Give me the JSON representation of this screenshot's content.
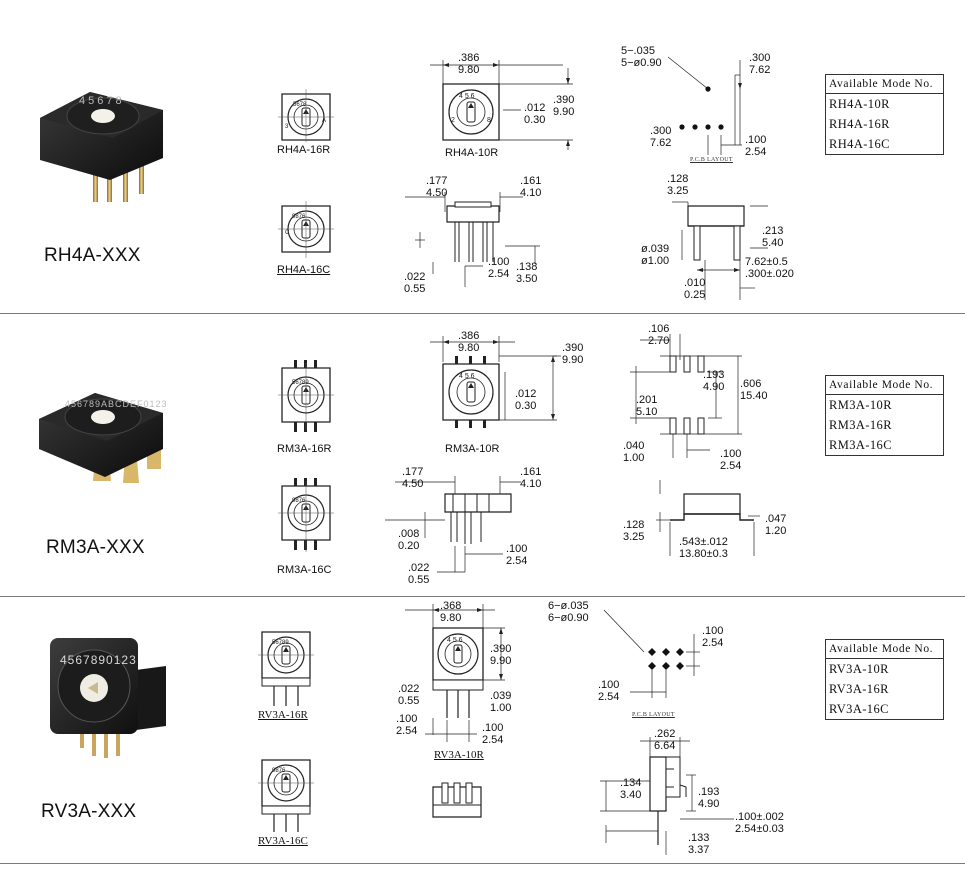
{
  "sections": [
    {
      "model": "RH4A-XXX",
      "photo_dial_digits": "45678",
      "labels": {
        "top_left": "RH4A-16R",
        "top_mid": "RH4A-10R",
        "bottom_left": "RH4A-16C"
      },
      "modebox": {
        "header": "Available Mode No.",
        "items": [
          "RH4A-10R",
          "RH4A-16R",
          "RH4A-16C"
        ]
      },
      "dims": {
        "w": [
          ".386",
          "9.80"
        ],
        "h": [
          ".390",
          "9.90"
        ],
        "t": [
          ".012",
          "0.30"
        ],
        "pin_dia": [
          "5−.035",
          "5−ø0.90"
        ],
        "row_pitch": [
          ".300",
          "7.62"
        ],
        "pitch_left": [
          ".300",
          "7.62"
        ],
        "pitch": [
          ".100",
          "2.54"
        ],
        "pcb": "P.C.B LAYOUT",
        "side_a": [
          ".177",
          "4.50"
        ],
        "side_b": [
          ".161",
          "4.10"
        ],
        "pin_w": [
          ".022",
          "0.55"
        ],
        "pin_p": [
          ".100",
          "2.54"
        ],
        "pin_l": [
          ".138",
          "3.50"
        ],
        "r_top": [
          ".128",
          "3.25"
        ],
        "r_h": [
          ".213",
          "5.40"
        ],
        "r_dia": [
          "ø.039",
          "ø1.00"
        ],
        "r_span": [
          "7.62±0.5",
          ".300±.020"
        ],
        "r_t": [
          ".010",
          "0.25"
        ]
      }
    },
    {
      "model": "RM3A-XXX",
      "photo_dial_digits": "456789ABCDEF0123",
      "labels": {
        "top_left": "RM3A-16R",
        "top_mid": "RM3A-10R",
        "bottom_left": "RM3A-16C"
      },
      "modebox": {
        "header": "Available Mode No.",
        "items": [
          "RM3A-10R",
          "RM3A-16R",
          "RM3A-16C"
        ]
      },
      "dims": {
        "w": [
          ".386",
          "9.80"
        ],
        "h": [
          ".390",
          "9.90"
        ],
        "t": [
          ".012",
          "0.30"
        ],
        "pad_w": [
          ".106",
          "2.70"
        ],
        "pad_a": [
          ".193",
          "4.90"
        ],
        "pad_b": [
          ".201",
          "5.10"
        ],
        "pad_span": [
          ".606",
          "15.40"
        ],
        "pad_c": [
          ".040",
          "1.00"
        ],
        "pad_p": [
          ".100",
          "2.54"
        ],
        "side_a": [
          ".177",
          "4.50"
        ],
        "side_b": [
          ".161",
          "4.10"
        ],
        "lead_t": [
          ".008",
          "0.20"
        ],
        "pin_p": [
          ".100",
          "2.54"
        ],
        "pin_w": [
          ".022",
          "0.55"
        ],
        "r_h": [
          ".128",
          "3.25"
        ],
        "r_t": [
          ".047",
          "1.20"
        ],
        "r_span": [
          ".543±.012",
          "13.80±0.3"
        ]
      }
    },
    {
      "model": "RV3A-XXX",
      "photo_dial_digits": "4567890123",
      "labels": {
        "top_left": "RV3A-16R",
        "top_mid": "RV3A-10R",
        "bottom_left": "RV3A-16C"
      },
      "modebox": {
        "header": "Available Mode No.",
        "items": [
          "RV3A-10R",
          "RV3A-16R",
          "RV3A-16C"
        ]
      },
      "dims": {
        "w": [
          ".368",
          "9.80"
        ],
        "h": [
          ".390",
          "9.90"
        ],
        "pin_w": [
          ".022",
          "0.55"
        ],
        "pin_t": [
          ".039",
          "1.00"
        ],
        "pin_p1": [
          ".100",
          "2.54"
        ],
        "pin_p2": [
          ".100",
          "2.54"
        ],
        "pin_dia": [
          "6−ø.035",
          "6−ø0.90"
        ],
        "pitch_r": [
          ".100",
          "2.54"
        ],
        "pitch_l": [
          ".100",
          "2.54"
        ],
        "pcb": "P.C.B LAYOUT",
        "s_top": [
          ".262",
          "6.64"
        ],
        "s_a": [
          ".134",
          "3.40"
        ],
        "s_b": [
          ".193",
          "4.90"
        ],
        "s_c": [
          ".100±.002",
          "2.54±0.03"
        ],
        "s_d": [
          ".133",
          "3.37"
        ]
      }
    }
  ]
}
